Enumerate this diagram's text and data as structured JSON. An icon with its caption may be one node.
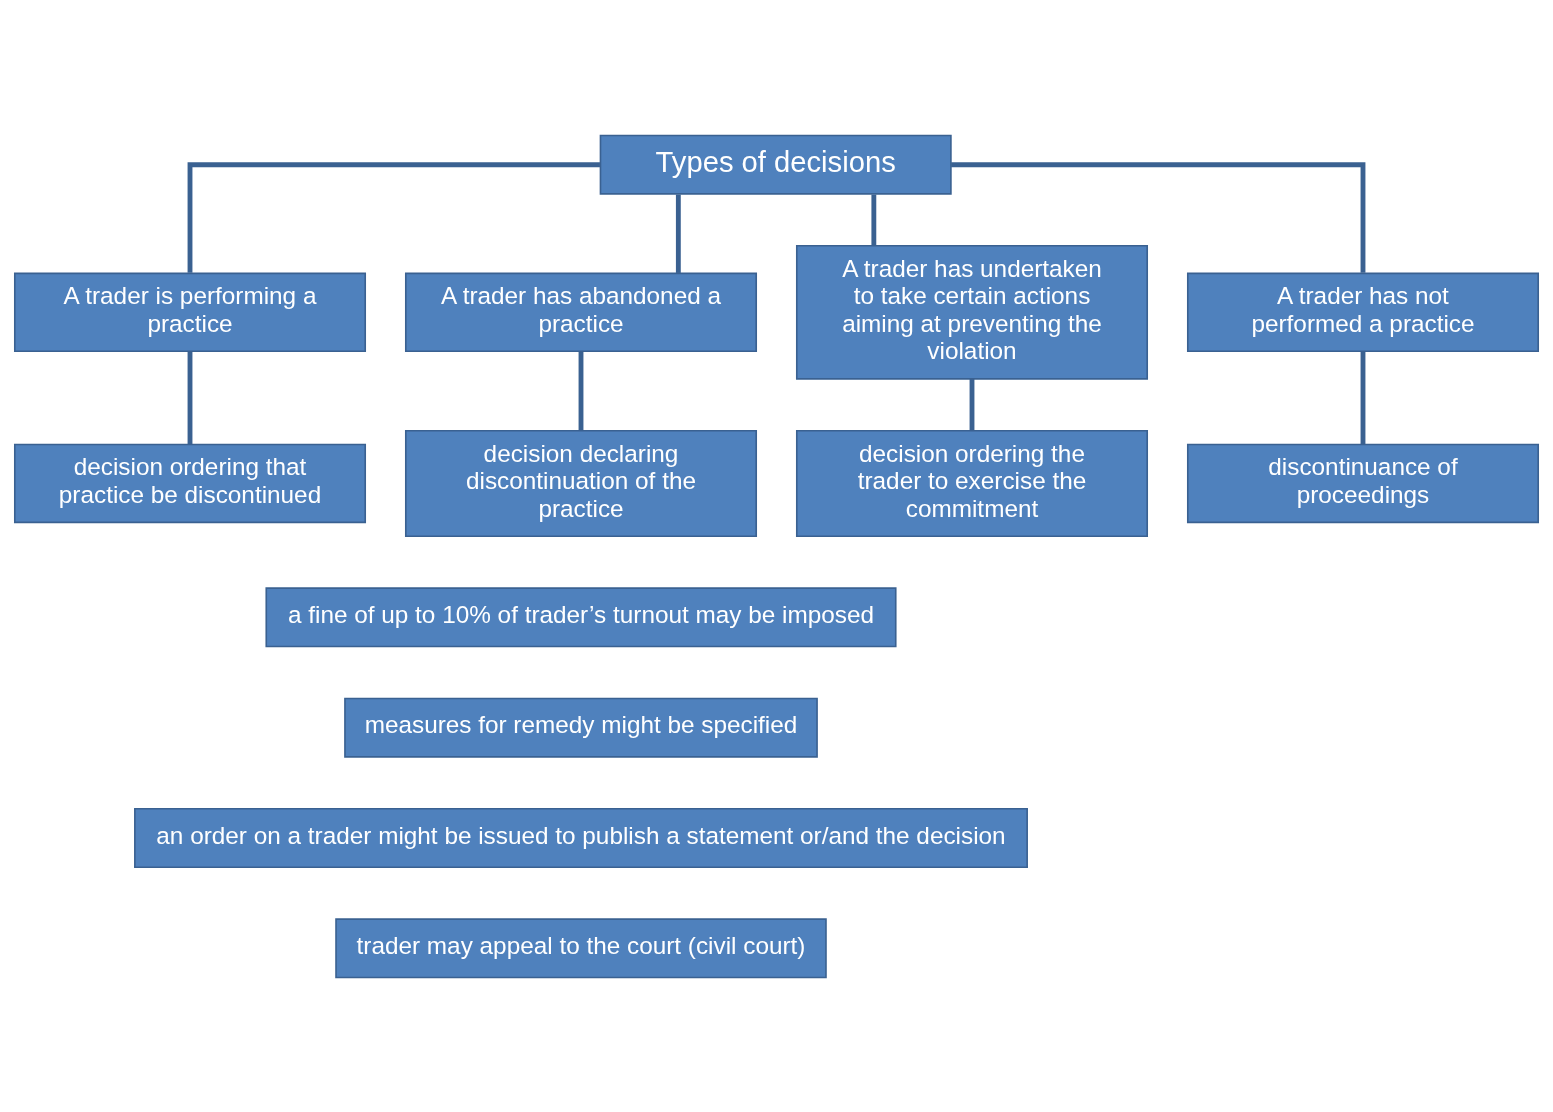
{
  "diagram": {
    "nodes": [
      {
        "text": [
          "Types of decisions"
        ]
      },
      {
        "text": [
          "A trader is performing a practice"
        ]
      },
      {
        "text": [
          "A trader has abandoned a practice"
        ]
      },
      {
        "text": [
          "A trader has undertaken to take certain actions aiming at preventing the violation"
        ]
      },
      {
        "text": [
          "A trader has not performed a practice"
        ]
      },
      {
        "text": [
          "decision ordering that practice be discontinued"
        ]
      },
      {
        "text": [
          "decision declaring discontinuation of the practice"
        ]
      },
      {
        "text": [
          "decision ordering the trader to exercise the commitment"
        ]
      },
      {
        "text": [
          "discontinuance of proceedings"
        ]
      },
      {
        "text": [
          "a fine of up to 10% of trader’s turnout may be imposed"
        ]
      },
      {
        "text": [
          "measures for remedy might be specified"
        ]
      },
      {
        "text": [
          "an order on a trader might be issued to publish a statement or/and the decision"
        ]
      },
      {
        "text": [
          "trader may appeal to the court (civil court)"
        ]
      }
    ],
    "edges": [
      {
        "from": 0,
        "to": 1,
        "arrow": "none"
      },
      {
        "from": 0,
        "to": 2,
        "arrow": "none"
      },
      {
        "from": 0,
        "to": 3,
        "arrow": "none"
      },
      {
        "from": 0,
        "to": 4,
        "arrow": "none"
      },
      {
        "from": 1,
        "to": 5,
        "arrow": "none"
      },
      {
        "from": 2,
        "to": 6,
        "arrow": "none"
      },
      {
        "from": 3,
        "to": 7,
        "arrow": "none"
      },
      {
        "from": 4,
        "to": 8,
        "arrow": "none"
      }
    ]
  }
}
